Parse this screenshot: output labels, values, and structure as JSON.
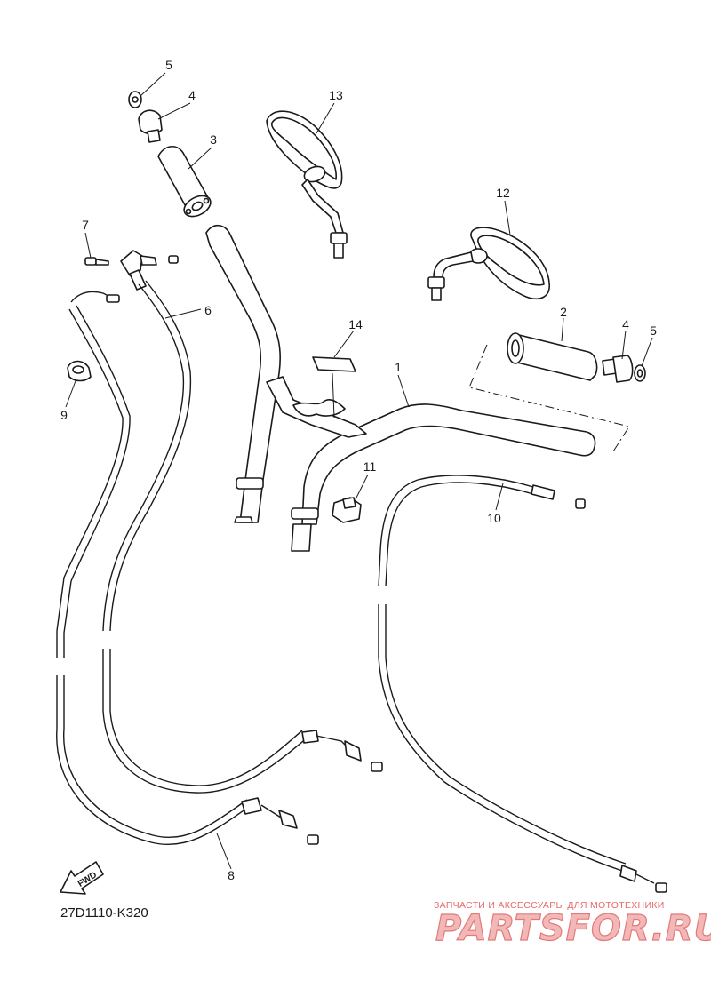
{
  "diagram": {
    "code": "27D1110-K320",
    "fwd_label": "FWD"
  },
  "callouts": [
    {
      "id": "callout-1",
      "label": "1"
    },
    {
      "id": "callout-2",
      "label": "2"
    },
    {
      "id": "callout-3",
      "label": "3"
    },
    {
      "id": "callout-4-left",
      "label": "4"
    },
    {
      "id": "callout-4-right",
      "label": "4"
    },
    {
      "id": "callout-5-left",
      "label": "5"
    },
    {
      "id": "callout-5-right",
      "label": "5"
    },
    {
      "id": "callout-6",
      "label": "6"
    },
    {
      "id": "callout-7",
      "label": "7"
    },
    {
      "id": "callout-8",
      "label": "8"
    },
    {
      "id": "callout-9",
      "label": "9"
    },
    {
      "id": "callout-10",
      "label": "10"
    },
    {
      "id": "callout-11",
      "label": "11"
    },
    {
      "id": "callout-12",
      "label": "12"
    },
    {
      "id": "callout-13",
      "label": "13"
    },
    {
      "id": "callout-14",
      "label": "14"
    }
  ],
  "watermark": {
    "tagline": "ЗАПЧАСТИ И АКСЕССУАРЫ ДЛЯ МОТОТЕХНИКИ",
    "brand": "PARTSFOR.RU"
  }
}
